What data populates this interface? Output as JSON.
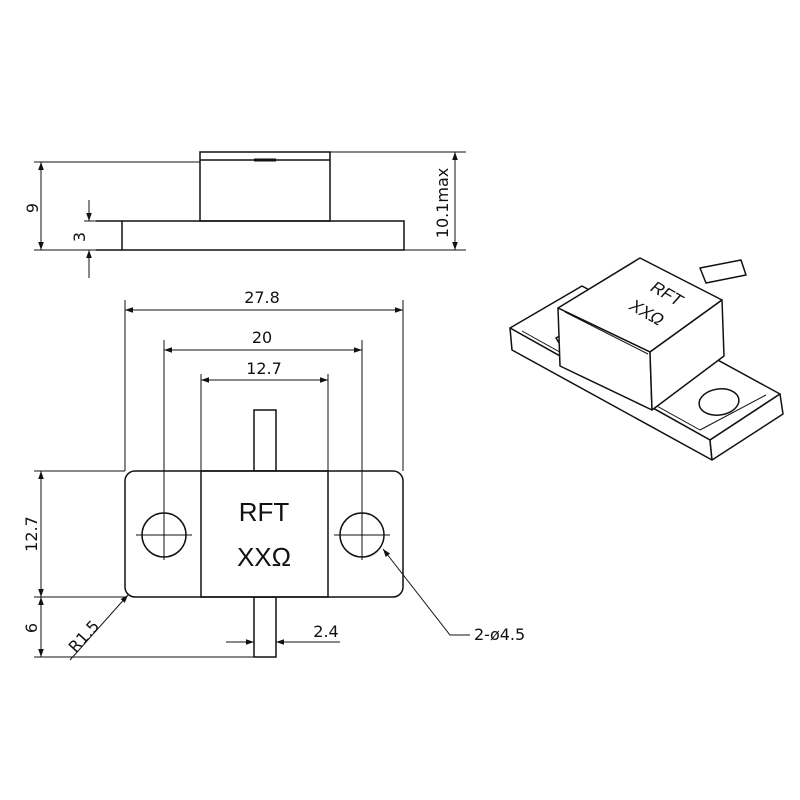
{
  "drawing": {
    "side_view": {
      "overall_height": "9",
      "flange_height": "3",
      "max_height": "10.1max"
    },
    "top_view": {
      "flange_length": "27.8",
      "hole_spacing": "20",
      "body_width": "12.7",
      "flange_width": "12.7",
      "tab_length": "6",
      "tab_width": "2.4",
      "corner_radius": "R1.5",
      "hole_callout": "2-ø4.5"
    },
    "part_marking": {
      "line1": "RFT",
      "line2": "XXΩ"
    }
  }
}
